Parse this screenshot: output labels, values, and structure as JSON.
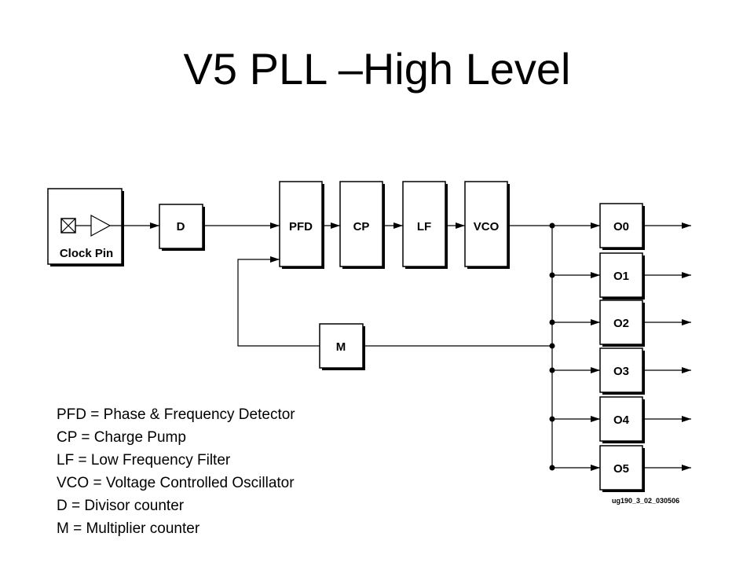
{
  "slide": {
    "title": "V5 PLL –High Level"
  },
  "diagram": {
    "clock_pin_label": "Clock Pin",
    "blocks": {
      "d": "D",
      "pfd": "PFD",
      "cp": "CP",
      "lf": "LF",
      "vco": "VCO",
      "m": "M"
    },
    "outputs": [
      "O0",
      "O1",
      "O2",
      "O3",
      "O4",
      "O5"
    ],
    "figure_ref": "ug190_3_02_030506"
  },
  "legend": [
    "PFD = Phase & Frequency Detector",
    "CP = Charge Pump",
    "LF = Low Frequency Filter",
    "VCO = Voltage Controlled Oscillator",
    "D = Divisor counter",
    "M = Multiplier counter"
  ]
}
